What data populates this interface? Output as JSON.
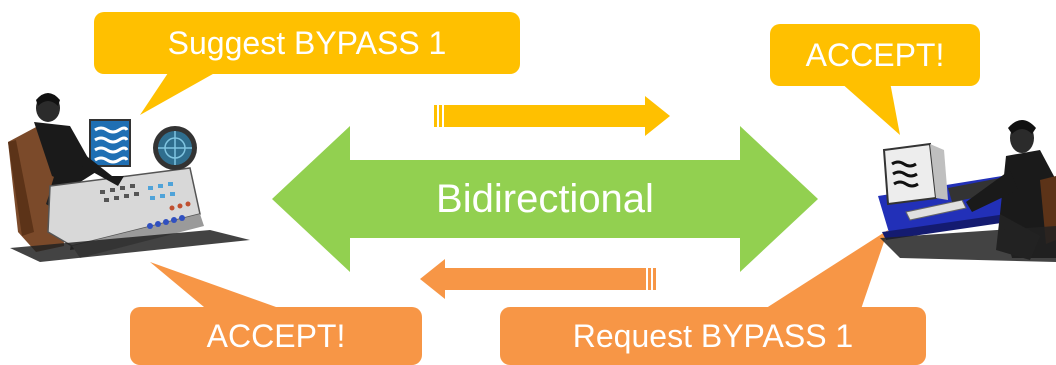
{
  "bubbles": {
    "left_top": "Suggest BYPASS 1",
    "right_top": "ACCEPT!",
    "left_bottom": "ACCEPT!",
    "right_bottom": "Request BYPASS 1"
  },
  "center_label": "Bidirectional",
  "colors": {
    "yellow": "#FFC000",
    "orange": "#F79646",
    "green": "#92D050"
  }
}
